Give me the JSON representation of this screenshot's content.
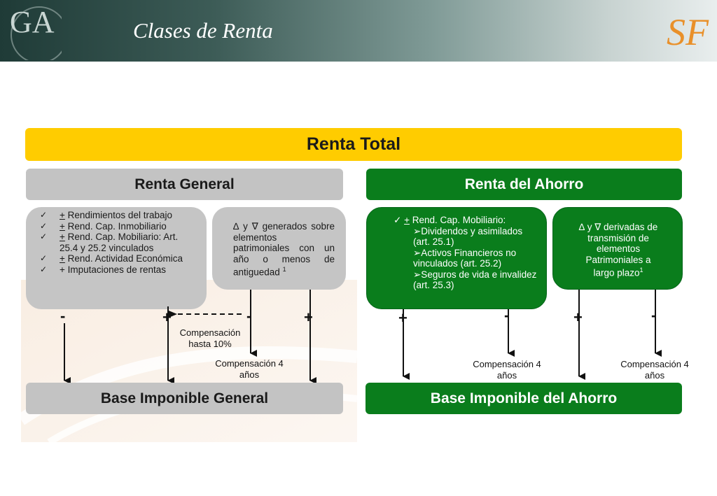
{
  "header": {
    "title": "Clases de Renta",
    "logo_left_text": "GA",
    "logo_right_text": "SF"
  },
  "diagram": {
    "renta_total": "Renta Total",
    "renta_general": "Renta General",
    "renta_ahorro": "Renta del Ahorro",
    "base_general": "Base Imponible General",
    "base_ahorro": "Base Imponible del Ahorro",
    "general_items": [
      {
        "pm": "+",
        "text": " Rendimientos del trabajo"
      },
      {
        "pm": "+",
        "text": " Rend. Cap. Inmobiliario"
      },
      {
        "pm": "+",
        "text": " Rend. Cap. Mobiliario: Art. 25.4 y 25.2 vinculados"
      },
      {
        "pm": "+",
        "text": " Rend. Actividad Económica"
      },
      {
        "pm": "",
        "text": "+ Imputaciones de rentas"
      }
    ],
    "general_patrimonial": "∆ y ∇ generados sobre elementos patrimoniales con un año o menos de antiguedad",
    "general_patrimonial_sup": "1",
    "ahorro_head_check": "✓",
    "ahorro_head_pm": "+",
    "ahorro_head_text": " Rend. Cap. Mobiliario:",
    "ahorro_items": [
      "➢Dividendos y asimilados (art. 25.1)",
      "➢Activos Financieros no vinculados (art. 25.2)",
      "➢Seguros de vida e invalidez (art. 25.3)"
    ],
    "ahorro_patrimonial": "∆ y ∇ derivadas de transmisión de elementos Patrimoniales a largo plazo",
    "ahorro_patrimonial_sup": "1",
    "signs": {
      "g1": "-",
      "g2": "+",
      "g3": "-",
      "g4": "+",
      "a1": "+",
      "a2": "-",
      "a3": "+",
      "a4": "-"
    },
    "comp_10": "Compensación hasta 10%",
    "comp_4_general": "Compensación 4 años",
    "comp_4_ahorro_1": "Compensación 4 años",
    "comp_4_ahorro_2": "Compensación 4 años"
  },
  "colors": {
    "yellow": "#ffcc00",
    "grey": "#c3c3c3",
    "green": "#0a7d1c",
    "title_text": "#ffffff"
  }
}
